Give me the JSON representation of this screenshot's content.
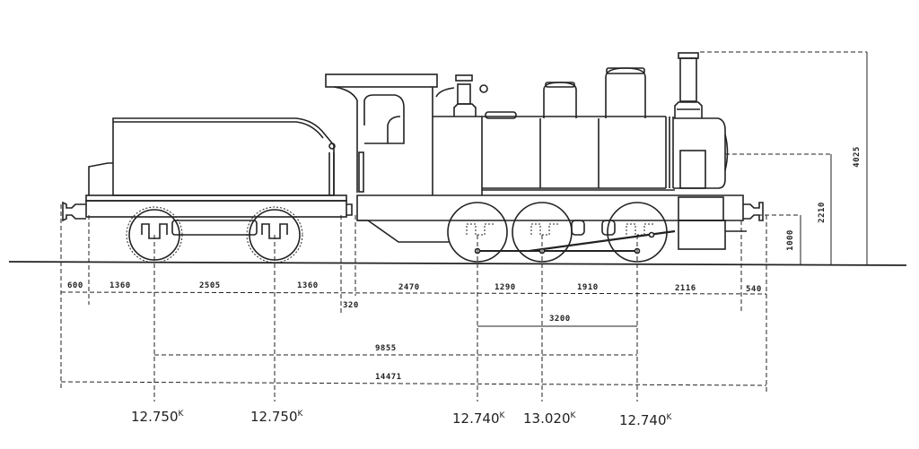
{
  "diagram": {
    "subject": "Steam tank locomotive with tender, side elevation",
    "line_color": "#222222",
    "background": "#ffffff"
  },
  "horizontal_dimensions": {
    "segments": [
      {
        "label": "600"
      },
      {
        "label": "1360"
      },
      {
        "label": "2505"
      },
      {
        "label": "1360"
      },
      {
        "label": "320"
      },
      {
        "label": "2470"
      },
      {
        "label": "1290"
      },
      {
        "label": "1910"
      },
      {
        "label": "2116"
      },
      {
        "label": "540"
      }
    ],
    "wheelbase_loco": "3200",
    "wheelbase_total": "9855",
    "length_over_buffers": "14471"
  },
  "vertical_dimensions": {
    "buffer_height": "1000",
    "boiler_centre_height": "2210",
    "overall_height": "4025"
  },
  "axle_loads": [
    {
      "value": "12.750",
      "unit": "K"
    },
    {
      "value": "12.750",
      "unit": "K"
    },
    {
      "value": "12.740",
      "unit": "K"
    },
    {
      "value": "13.020",
      "unit": "K"
    },
    {
      "value": "12.740",
      "unit": "K"
    }
  ]
}
